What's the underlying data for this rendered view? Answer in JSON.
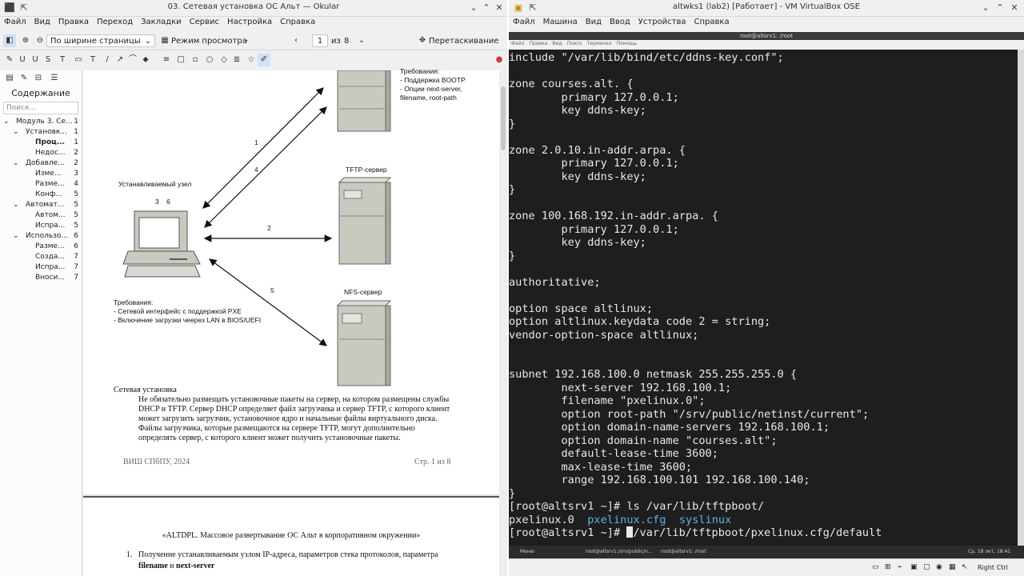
{
  "okular": {
    "title": "03. Сетевая установка ОС Альт — Okular",
    "menu": [
      "Файл",
      "Вид",
      "Правка",
      "Переход",
      "Закладки",
      "Сервис",
      "Настройка",
      "Справка"
    ],
    "toolbar": {
      "zoom_mode": "По ширине страницы",
      "view_mode": "Режим просмотра",
      "page_current": "1",
      "page_of": "из",
      "page_total": "8",
      "drag_mode": "Перетаскивание"
    },
    "sidebar": {
      "heading": "Содержание",
      "search_placeholder": "Поиск...",
      "toc": [
        {
          "label": "Модуль 3. Се...",
          "page": "1",
          "level": 0,
          "expander": "⌄",
          "bold": false
        },
        {
          "label": "Установк...",
          "page": "1",
          "level": 1,
          "expander": "⌄",
          "bold": false
        },
        {
          "label": "Проц...",
          "page": "1",
          "level": 2,
          "expander": "",
          "bold": true
        },
        {
          "label": "Недос...",
          "page": "2",
          "level": 2,
          "expander": "",
          "bold": false
        },
        {
          "label": "Добавле...",
          "page": "2",
          "level": 1,
          "expander": "⌄",
          "bold": false
        },
        {
          "label": "Изме...",
          "page": "3",
          "level": 2,
          "expander": "",
          "bold": false
        },
        {
          "label": "Разме...",
          "page": "4",
          "level": 2,
          "expander": "",
          "bold": false
        },
        {
          "label": "Конф...",
          "page": "5",
          "level": 2,
          "expander": "",
          "bold": false
        },
        {
          "label": "Автомат...",
          "page": "5",
          "level": 1,
          "expander": "⌄",
          "bold": false
        },
        {
          "label": "Автом...",
          "page": "5",
          "level": 2,
          "expander": "",
          "bold": false
        },
        {
          "label": "Испра...",
          "page": "5",
          "level": 2,
          "expander": "",
          "bold": false
        },
        {
          "label": "Использо...",
          "page": "6",
          "level": 1,
          "expander": "⌄",
          "bold": false
        },
        {
          "label": "Разме...",
          "page": "6",
          "level": 2,
          "expander": "",
          "bold": false
        },
        {
          "label": "Созда...",
          "page": "7",
          "level": 2,
          "expander": "",
          "bold": false
        },
        {
          "label": "Испра...",
          "page": "7",
          "level": 2,
          "expander": "",
          "bold": false
        },
        {
          "label": "Вноси...",
          "page": "7",
          "level": 2,
          "expander": "",
          "bold": false
        }
      ]
    },
    "diagram": {
      "top_req_title": "Требования:",
      "top_req_1": "- Поддержка BOOTP",
      "top_req_2": "- Опции next-server,",
      "top_req_3": "filename, root-path",
      "tftp_label": "TFTP-сервер",
      "nfs_label": "NFS-сервер",
      "node_label": "Устанавливаемый узел",
      "node_numbers": "3    6",
      "arrow_1": "1",
      "arrow_4": "4",
      "arrow_2": "2",
      "arrow_5": "5",
      "node_req_title": "Требования:",
      "node_req_1": "- Сетевой интерфейс с поддержкой PXE",
      "node_req_2": "- Включение загрузки чеерез LAN в BIOS/UEFI"
    },
    "page1": {
      "caption": "Сетевая установка",
      "paragraph": [
        "Не обязательно размещать установочные пакеты на сервер, на котором размещены службы",
        "DHCP и TFTP. Сервер DHCP определяет файл загрузчика и сервер TFTP, с которого клиент",
        "может загрузить загрузчик, установочное ядро и начальные файлы виртуального диска.",
        "Файлы загрузчика, которые размещаются на сервере TFTP, могут дополнительно",
        "определять сервер, с которого клиент может получить установочные пакеты."
      ],
      "footer_left": "ВИШ СПбПУ, 2024",
      "footer_right": "Стр. 1 из 8"
    },
    "page2": {
      "header": "«ALTDPL. Массовое развертывание ОС Альт в корпоративном окружении»",
      "item_num": "1.",
      "item_text": "Получение устанавливаемым узлом IP-адреса, параметров стека протоколов, параметра",
      "item_bold_1": "filename",
      "item_and": "и",
      "item_bold_2": "next-server"
    }
  },
  "vbox": {
    "title": "altwks1 (lab2) [Работает] - VM VirtualBox OSE",
    "menu": [
      "Файл",
      "Машина",
      "Вид",
      "Ввод",
      "Устройства",
      "Справка"
    ],
    "guest_title": "root@altsrv1: /root",
    "guest_menu": [
      "Файл",
      "Правка",
      "Вид",
      "Поиск",
      "Терминал",
      "Помощь"
    ],
    "terminal_lines": [
      "include \"/var/lib/bind/etc/ddns-key.conf\";",
      "",
      "zone courses.alt. {",
      "        primary 127.0.0.1;",
      "        key ddns-key;",
      "}",
      "",
      "zone 2.0.10.in-addr.arpa. {",
      "        primary 127.0.0.1;",
      "        key ddns-key;",
      "}",
      "",
      "zone 100.168.192.in-addr.arpa. {",
      "        primary 127.0.0.1;",
      "        key ddns-key;",
      "}",
      "",
      "authoritative;",
      "",
      "option space altlinux;",
      "option altlinux.keydata code 2 = string;",
      "vendor-option-space altlinux;",
      "",
      "",
      "subnet 192.168.100.0 netmask 255.255.255.0 {",
      "        next-server 192.168.100.1;",
      "        filename \"pxelinux.0\";",
      "        option root-path \"/srv/public/netinst/current\";",
      "        option domain-name-servers 192.168.100.1;",
      "        option domain-name \"courses.alt\";",
      "        default-lease-time 3600;",
      "        max-lease-time 3600;",
      "        range 192.168.100.101 192.168.100.140;",
      "}",
      "[root@altsrv1 ~]# ls /var/lib/tftpboot/"
    ],
    "ls_output": {
      "file": "pxelinux.0",
      "dir1": "pxelinux.cfg",
      "dir2": "syslinux"
    },
    "prompt": "[root@altsrv1 ~]# ",
    "command_after_cursor": "/var/lib/tftpboot/pxelinux.cfg/default",
    "taskbar": {
      "menu": "Меню",
      "task1": "root@altsrv1:/srv/public/n...",
      "task2": "root@altsrv1: /root",
      "clock": "Ср, 18 окт, 18:41"
    },
    "host_status": {
      "keyboard": "Right Ctrl"
    },
    "colors": {
      "terminal_bg": "#1e1e1e",
      "terminal_fg": "#e8e8e8",
      "dir_blue": "#5bb3e6"
    }
  }
}
